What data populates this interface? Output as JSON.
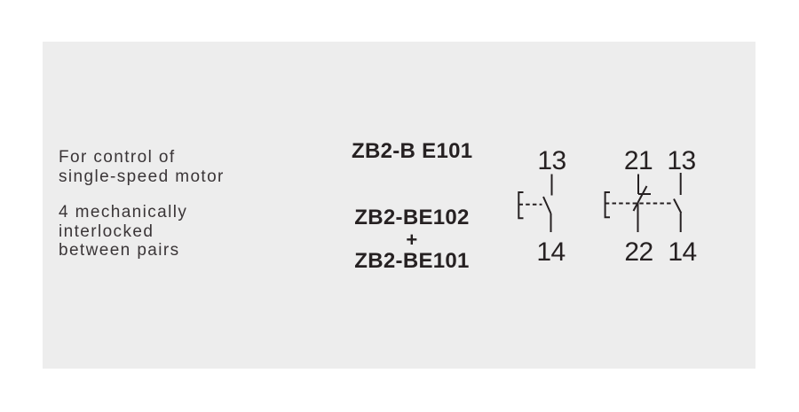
{
  "left_text": {
    "para1": [
      "For control of",
      "single-speed motor"
    ],
    "para2": [
      "4 mechanically",
      "interlocked",
      "between pairs"
    ]
  },
  "labels": {
    "single": "ZB2-B E101",
    "combo_top": "ZB2-BE102",
    "combo_plus": "+",
    "combo_bottom": "ZB2-BE101"
  },
  "diagram_single": {
    "contact_type": "normally-open",
    "top_terminal": "13",
    "bottom_terminal": "14"
  },
  "diagram_pair": {
    "nc_contact": {
      "contact_type": "normally-closed",
      "top_terminal": "21",
      "bottom_terminal": "22"
    },
    "no_contact": {
      "contact_type": "normally-open",
      "top_terminal": "13",
      "bottom_terminal": "14"
    }
  },
  "colors": {
    "page_background": "#ffffff",
    "panel_background": "#ededed",
    "ink": "#262122",
    "body_text": "#3a3537"
  }
}
